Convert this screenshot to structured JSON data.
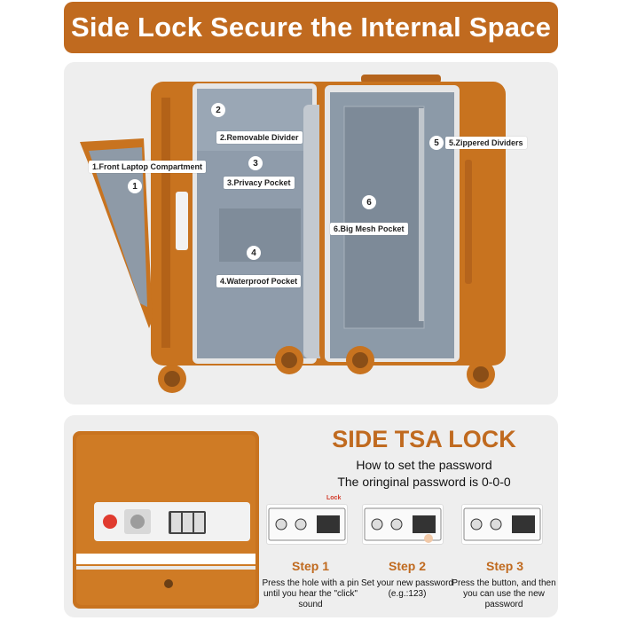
{
  "banner": {
    "title": "Side Lock Secure the Internal Space"
  },
  "luggage_labels": {
    "front_laptop": {
      "number": "1",
      "text": "1.Front Laptop Compartment"
    },
    "removable_divider": {
      "number": "2",
      "text": "2.Removable Divider"
    },
    "privacy_pocket": {
      "number": "3",
      "text": "3.Privacy Pocket"
    },
    "waterproof_pocket": {
      "number": "4",
      "text": "4.Waterproof Pocket"
    },
    "zippered_dividers": {
      "number": "5",
      "text": "5.Zippered Dividers"
    },
    "big_mesh_pocket": {
      "number": "6",
      "text": "6.Big Mesh Pocket"
    }
  },
  "tsa": {
    "heading": "SIDE TSA LOCK",
    "subtitle1": "How to set the password",
    "subtitle2": "The oringinal password is 0-0-0",
    "lock_pointer": "Lock",
    "steps": [
      {
        "title": "Step 1",
        "desc": "Press the hole with a pin until you hear the \"click\" sound"
      },
      {
        "title": "Step 2",
        "desc": "Set your new password (e.g.:123)"
      },
      {
        "title": "Step 3",
        "desc": "Press the button, and then you can use the new password"
      }
    ]
  },
  "colors": {
    "accent": "#c06a1f",
    "shell": "#c8731f",
    "interior": "#8c9aa8",
    "panel_bg": "#eeeeee"
  }
}
